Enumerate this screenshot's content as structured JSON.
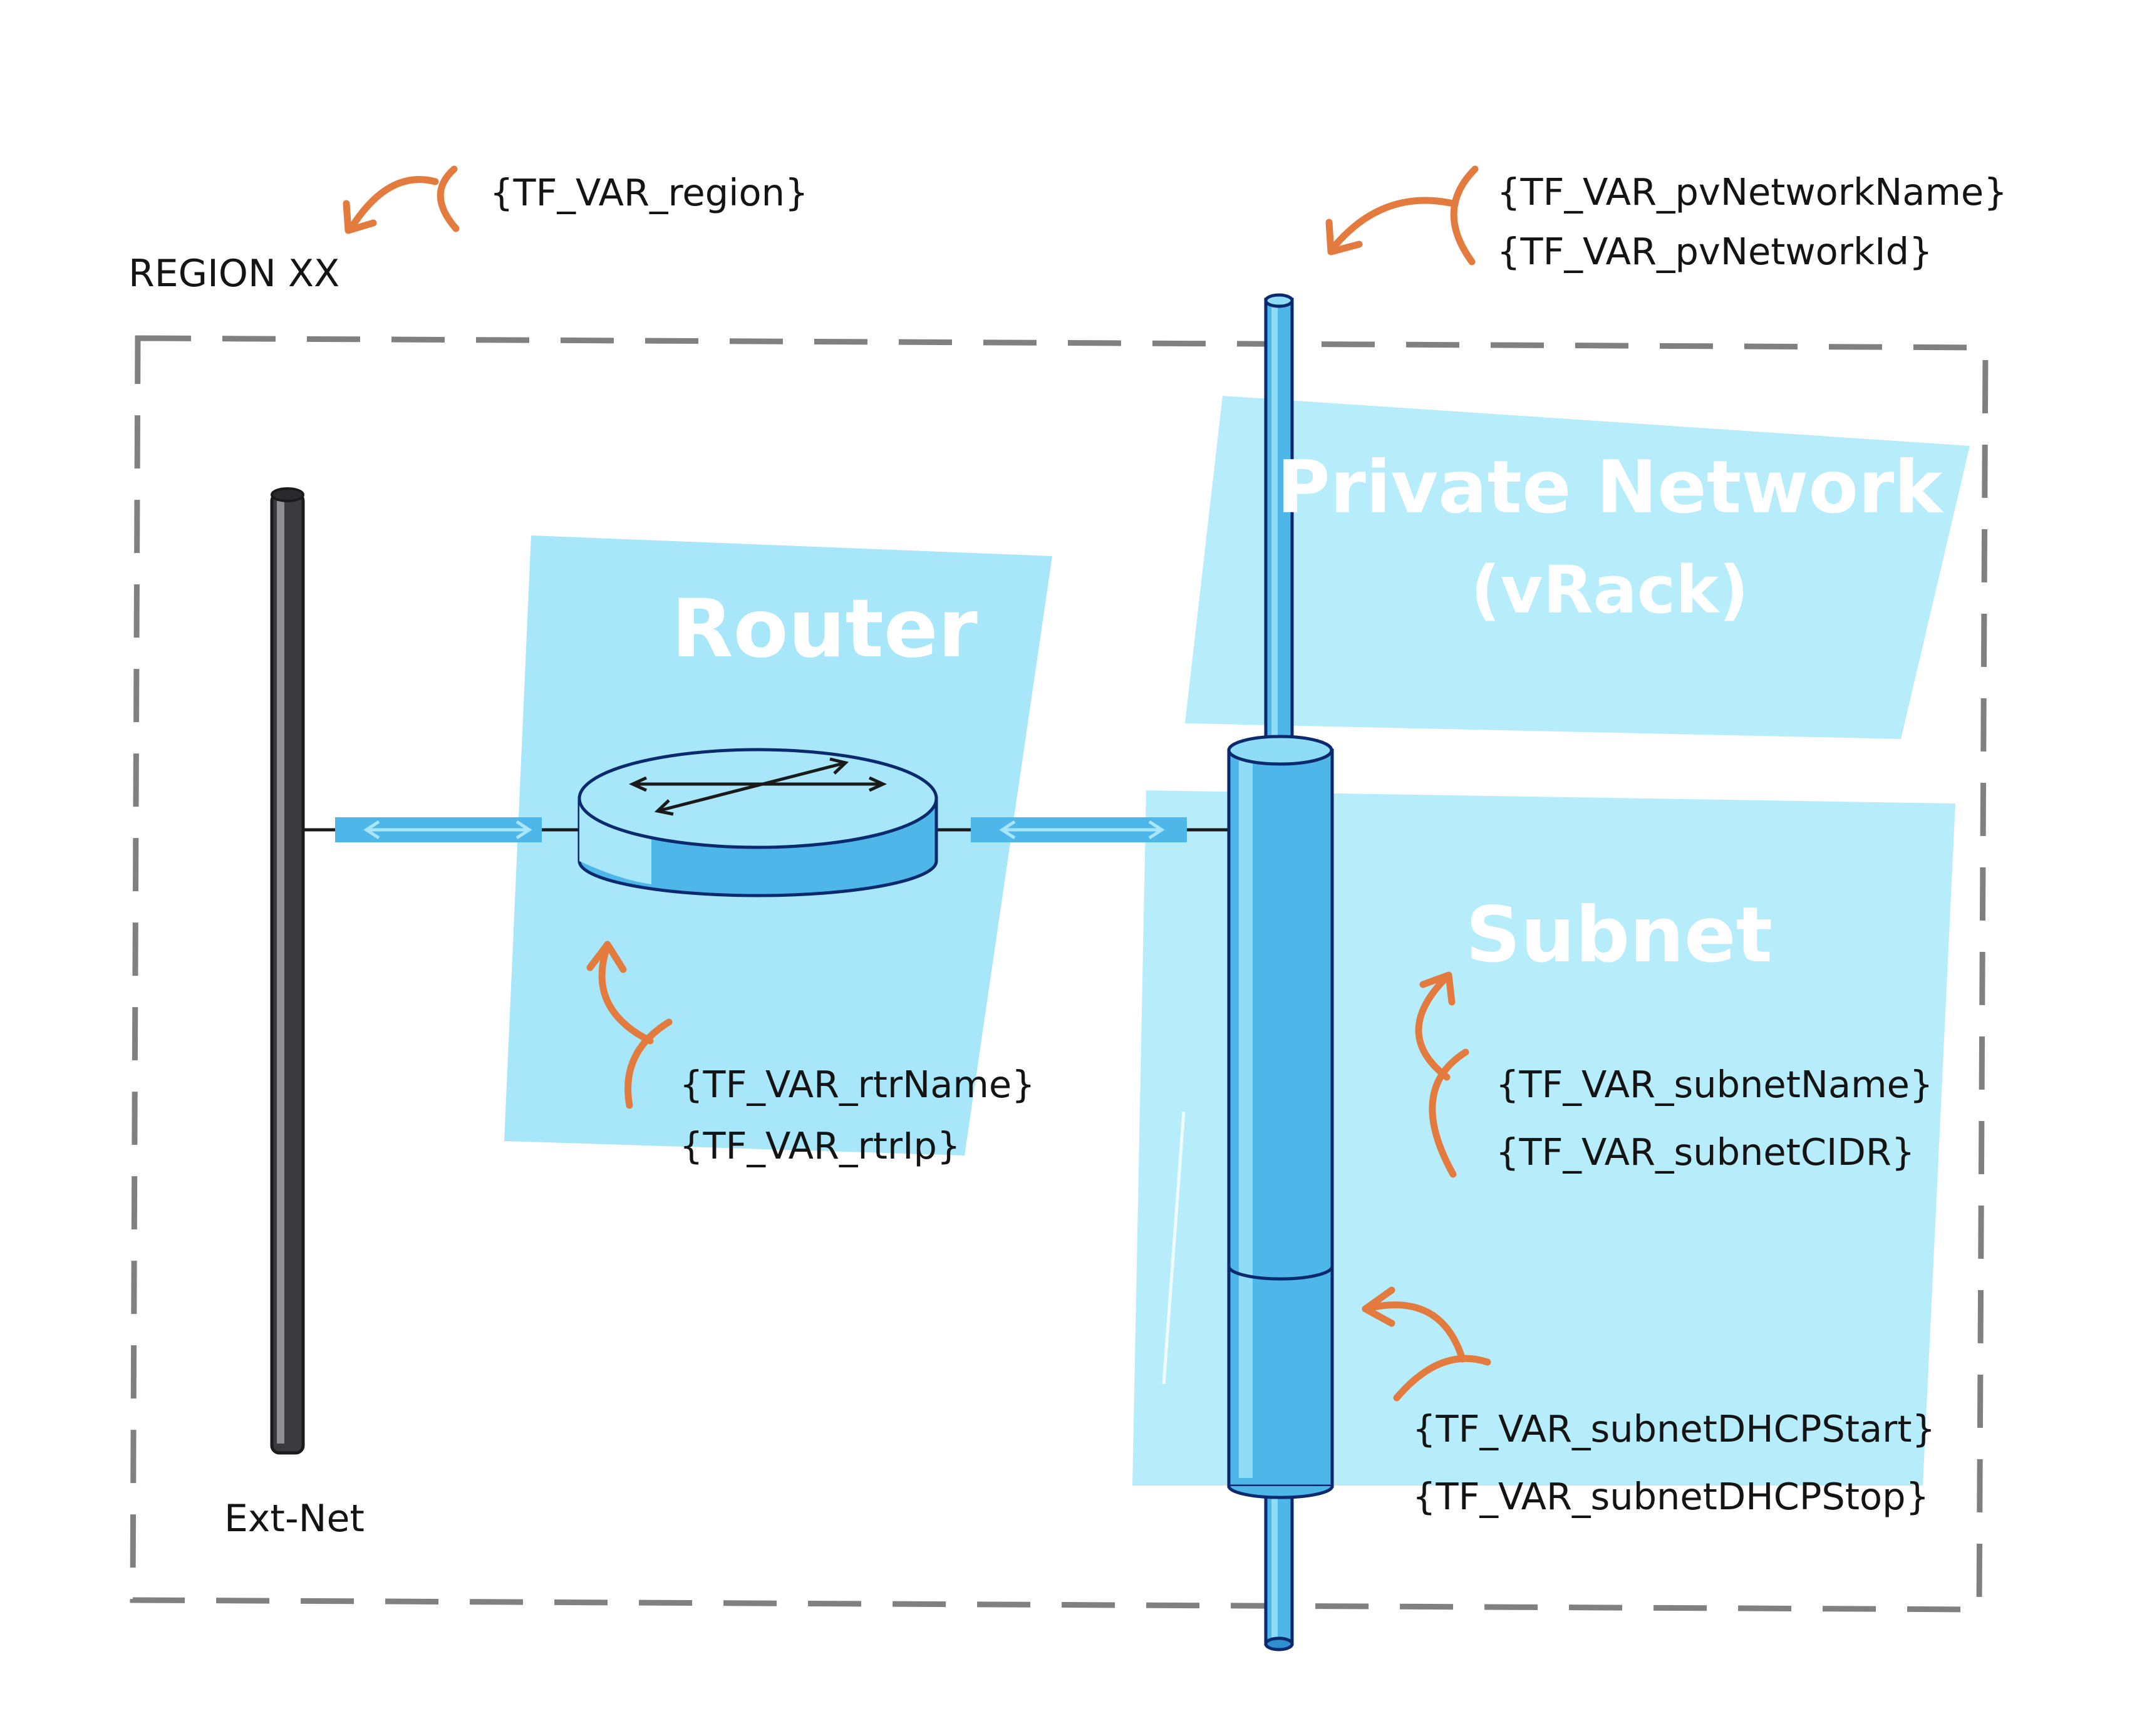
{
  "region": {
    "title": "REGION XX",
    "var": "{TF_VAR_region}"
  },
  "ext_net": {
    "label": "Ext-Net"
  },
  "router": {
    "title": "Router",
    "vars": [
      "{TF_VAR_rtrName}",
      "{TF_VAR_rtrIp}"
    ]
  },
  "private_network": {
    "title": "Private Network",
    "subtitle": "(vRack)",
    "vars": [
      "{TF_VAR_pvNetworkName}",
      "{TF_VAR_pvNetworkId}"
    ]
  },
  "subnet": {
    "title": "Subnet",
    "vars": [
      "{TF_VAR_subnetName}",
      "{TF_VAR_subnetCIDR}"
    ]
  },
  "dhcp": {
    "vars": [
      "{TF_VAR_subnetDHCPStart}",
      "{TF_VAR_subnetDHCPStop}"
    ]
  },
  "colors": {
    "panel": "#a8e6fa",
    "pipe": "#4fb6e9",
    "pipe_light": "#8fdcf7",
    "pipe_dark": "#2f8fd0",
    "annotation_arrow": "#e47b3e",
    "ext_net_bar": "#3a3a3c",
    "region_border": "#808080"
  }
}
